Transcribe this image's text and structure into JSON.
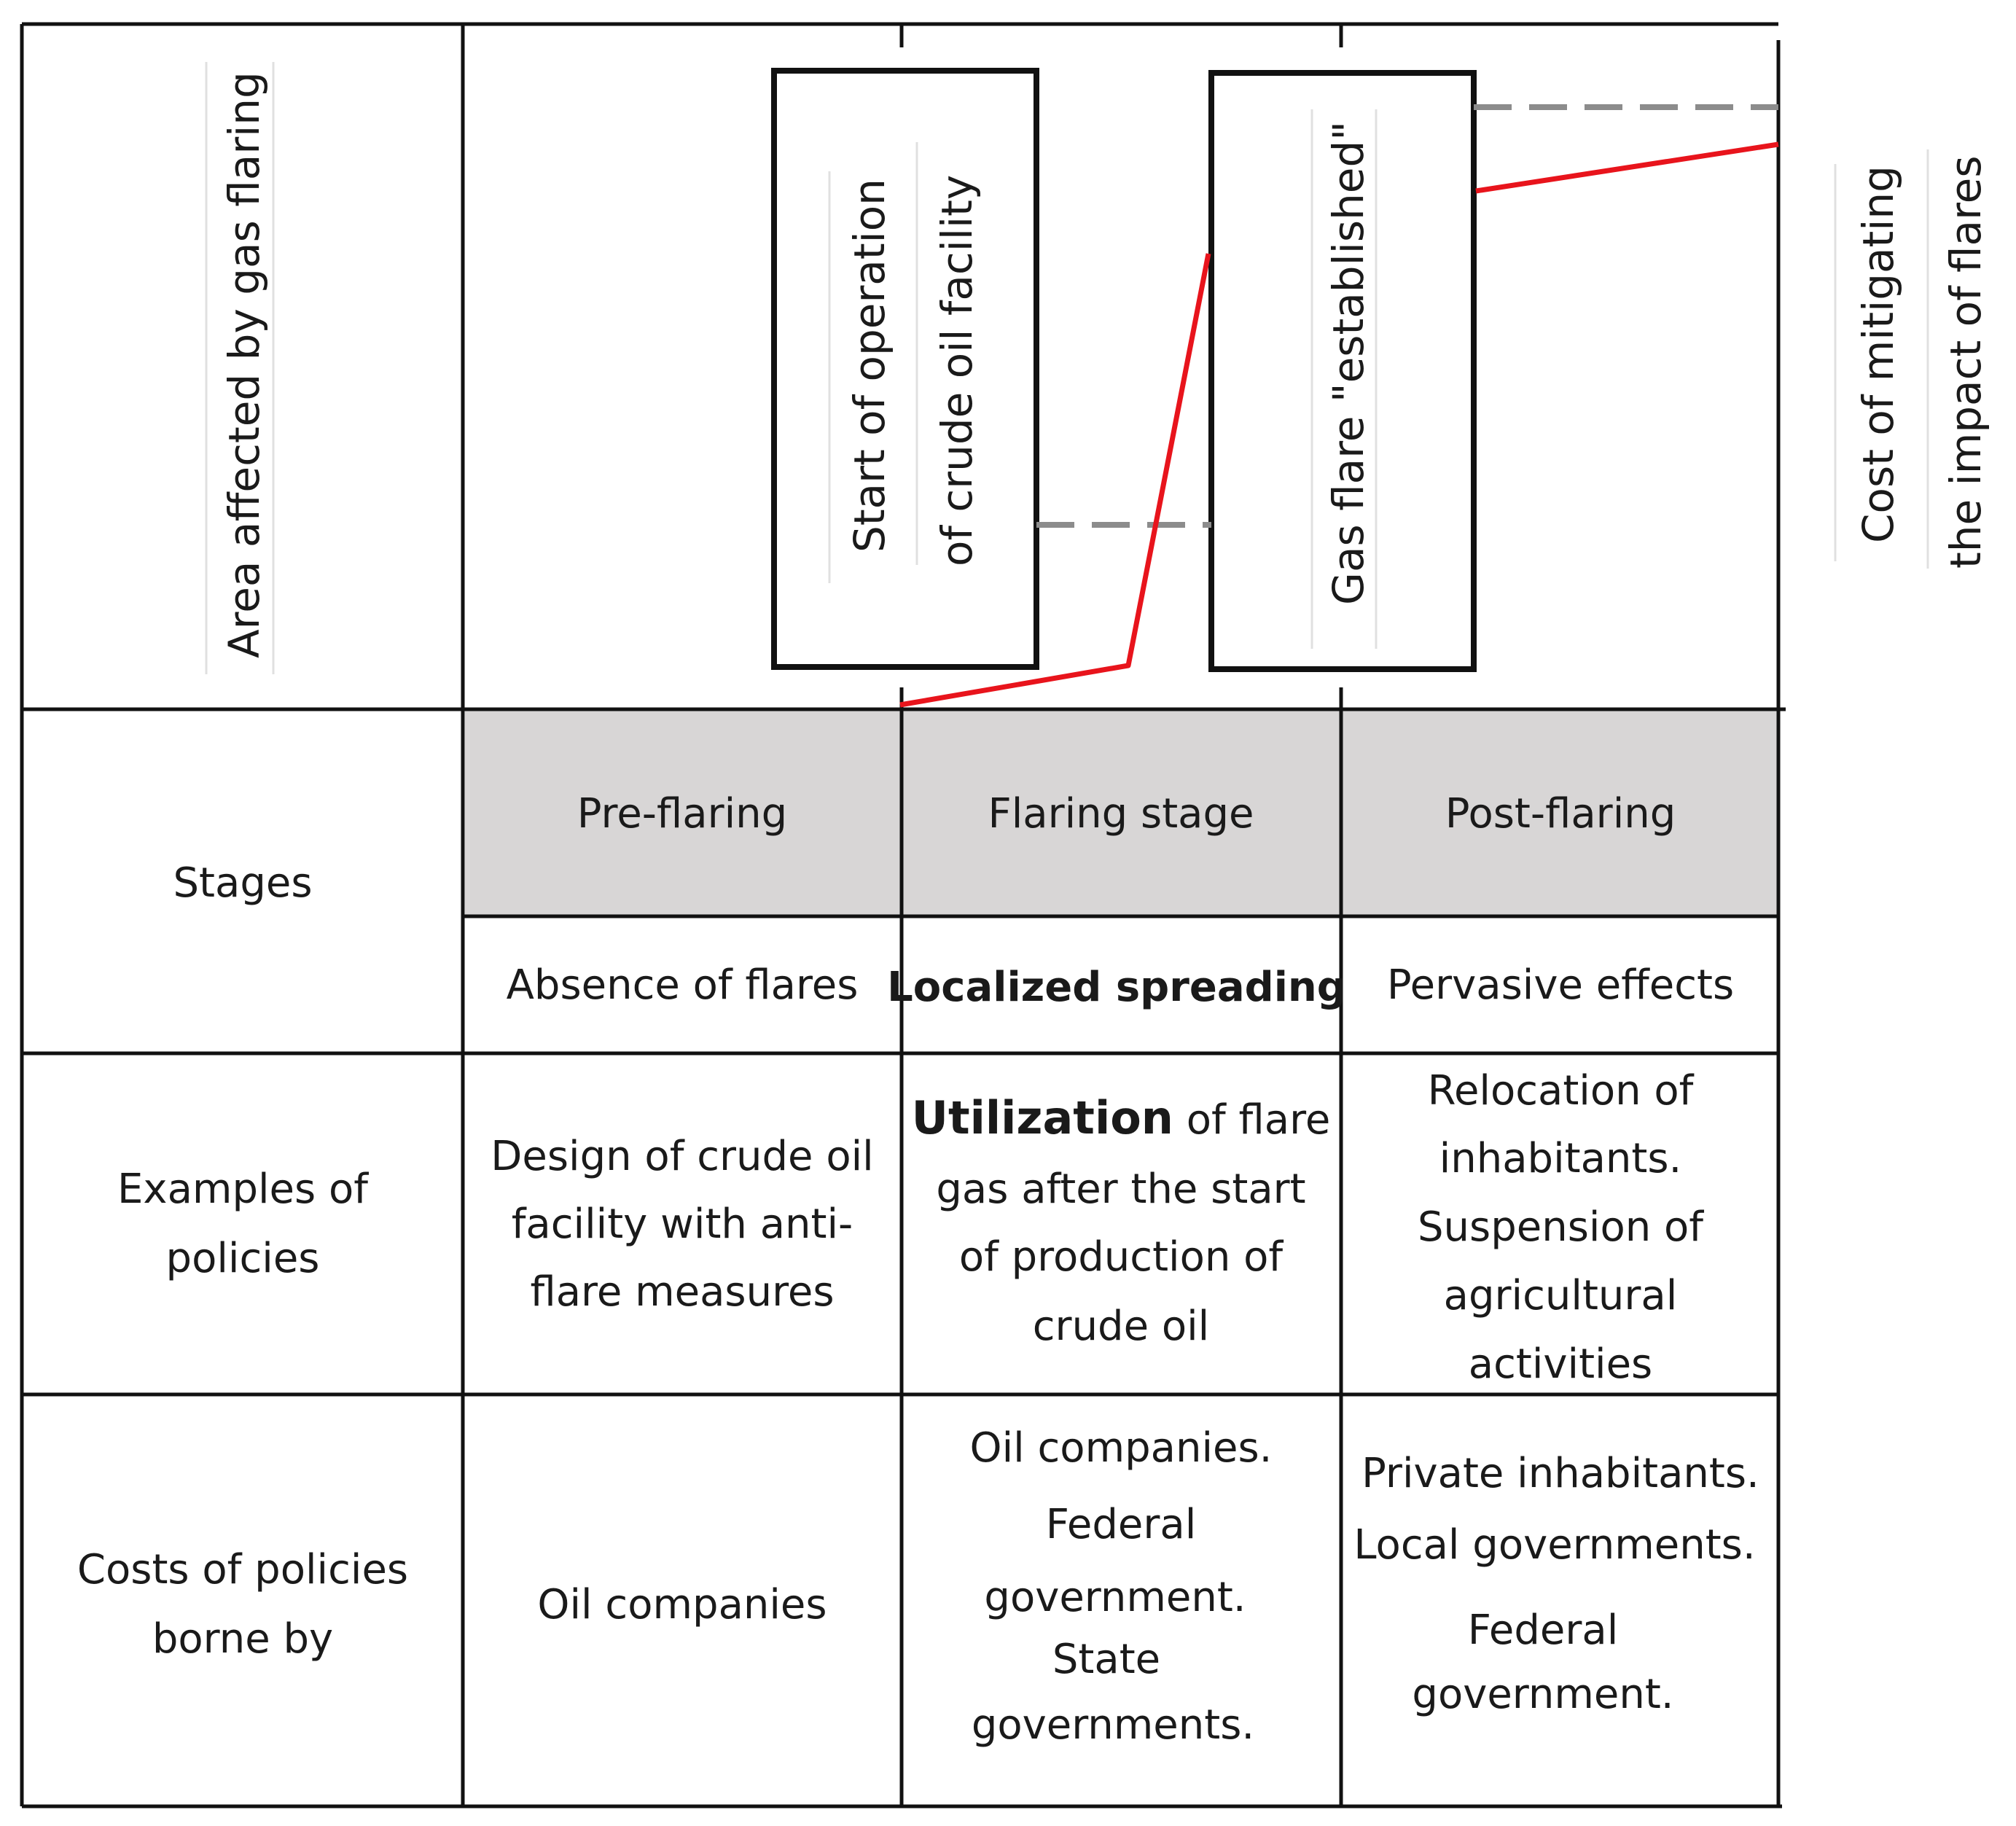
{
  "header_row": {
    "y_axis_label": "Area affected by gas flaring",
    "box1_lines": [
      "Start of operation",
      "of crude oil facility"
    ],
    "box2_label": "Gas flare \"established\"",
    "right_label_lines": [
      "Cost of mitigating",
      "the impact of flares"
    ]
  },
  "rows": {
    "stages_label": "Stages",
    "stages": [
      "Pre-flaring",
      "Flaring stage",
      "Post-flaring"
    ],
    "effects": [
      "Absence of flares",
      "Localized spreading",
      "Pervasive effects"
    ],
    "policies_label": [
      "Examples of",
      "policies"
    ],
    "policies_col1": [
      "Design of crude oil",
      "facility with anti-",
      "flare measures"
    ],
    "policies_col2_bold": "Utilization",
    "policies_col2_first_rest": " of flare",
    "policies_col2": [
      "gas after the start",
      "of production of",
      "crude oil"
    ],
    "policies_col3": [
      "Relocation of",
      "inhabitants.",
      "Suspension of",
      "agricultural",
      "activities"
    ],
    "costs_label": [
      "Costs of policies",
      "borne by"
    ],
    "costs_col1": "Oil companies",
    "costs_col2": [
      "Oil companies.",
      "Federal",
      "government.",
      "State",
      "governments."
    ],
    "costs_col3": [
      "Private inhabitants.",
      "Local governments.",
      "Federal",
      "government."
    ]
  },
  "colors": {
    "stage_header_fill": "#d8d6d6",
    "trend_line": "#e8141c",
    "dashed_line": "#8c8c8c",
    "border": "#111111"
  }
}
